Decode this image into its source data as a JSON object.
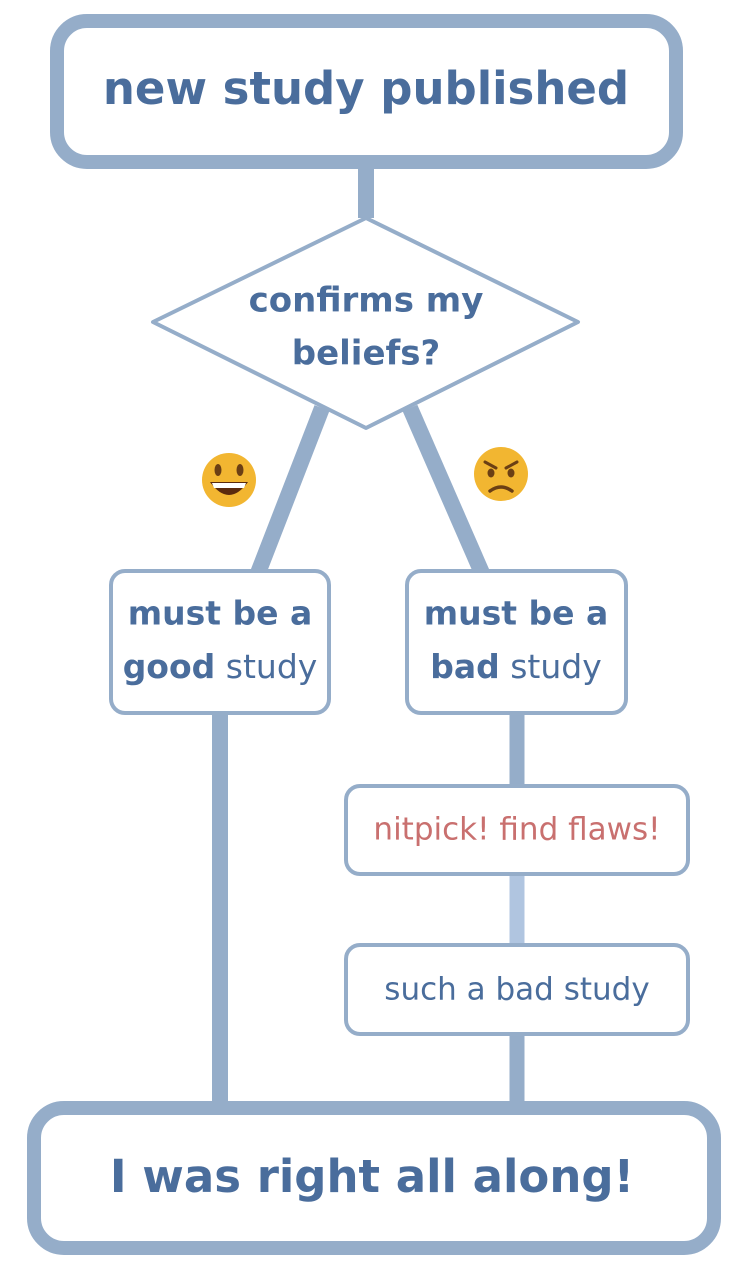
{
  "colors": {
    "connector": "#95adc9",
    "connector_light": "#b0c5e0",
    "text": "#4a6d9c",
    "alert_text": "#c9706f",
    "emoji_face": "#f2b631"
  },
  "nodes": {
    "start": {
      "text": "new study published"
    },
    "decision": {
      "line1": "confirms my",
      "line2": "beliefs?"
    },
    "yes_branch": {
      "emoji": "grinning-face-icon"
    },
    "no_branch": {
      "emoji": "angry-face-icon"
    },
    "good": {
      "line1": "must be a",
      "bold": "good",
      "rest": " study"
    },
    "bad": {
      "line1": "must be a",
      "bold": "bad",
      "rest": " study"
    },
    "nitpick": {
      "text": "nitpick! find flaws!"
    },
    "verdict": {
      "text": "such a bad study"
    },
    "end": {
      "text": "I was right all along!"
    }
  }
}
